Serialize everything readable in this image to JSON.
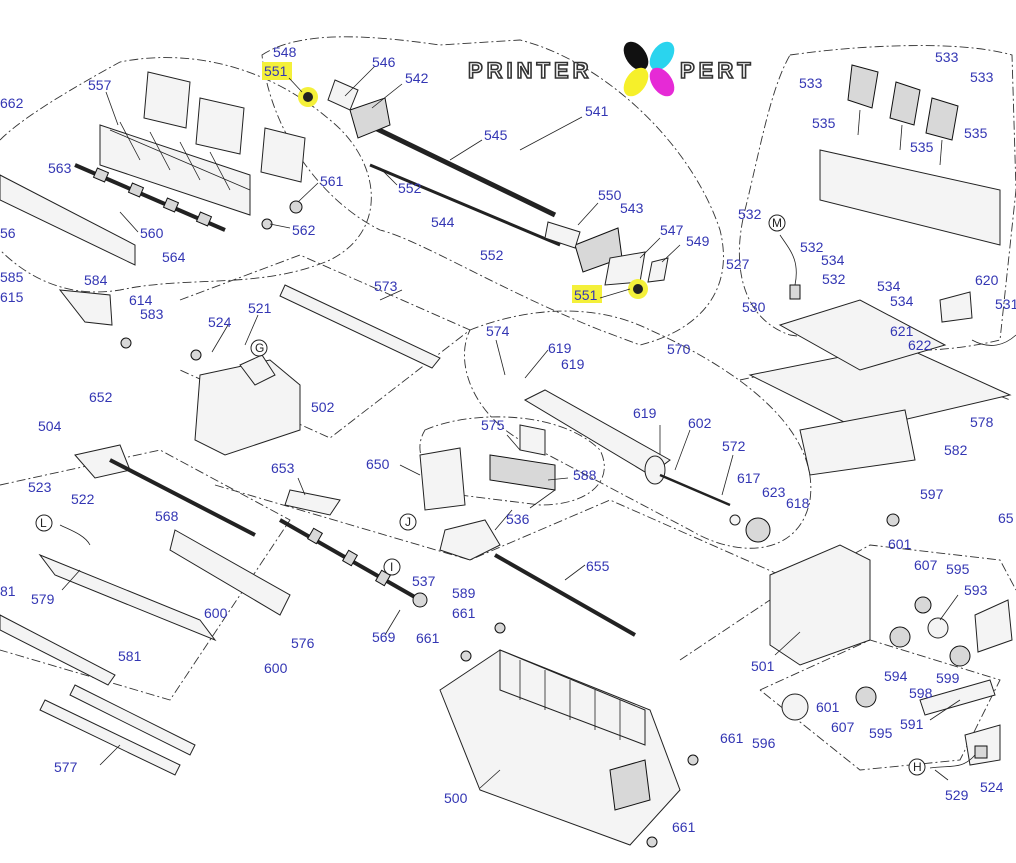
{
  "logo": {
    "left_text": "PRINTER",
    "right_text": "PERT",
    "colors": {
      "cyan": "#2ad4ee",
      "magenta": "#e62ad6",
      "yellow": "#f6f02a",
      "black": "#111111"
    }
  },
  "highlight_color": "#f4f03a",
  "label_color": "#3336b3",
  "callouts": [
    {
      "id": "c1",
      "text": "662"
    },
    {
      "id": "c2",
      "text": "557"
    },
    {
      "id": "c3",
      "text": "548"
    },
    {
      "id": "c4",
      "text": "551"
    },
    {
      "id": "c5",
      "text": "546"
    },
    {
      "id": "c6",
      "text": "542"
    },
    {
      "id": "c7",
      "text": "541"
    },
    {
      "id": "c8",
      "text": "545"
    },
    {
      "id": "c9",
      "text": "552"
    },
    {
      "id": "c10",
      "text": "533"
    },
    {
      "id": "c11",
      "text": "533"
    },
    {
      "id": "c12",
      "text": "533"
    },
    {
      "id": "c13",
      "text": "535"
    },
    {
      "id": "c14",
      "text": "535"
    },
    {
      "id": "c15",
      "text": "535"
    },
    {
      "id": "c16",
      "text": "563"
    },
    {
      "id": "c17",
      "text": "561"
    },
    {
      "id": "c18",
      "text": "562"
    },
    {
      "id": "c19",
      "text": "560"
    },
    {
      "id": "c20",
      "text": "564"
    },
    {
      "id": "c21",
      "text": "56"
    },
    {
      "id": "c22",
      "text": "550"
    },
    {
      "id": "c23",
      "text": "543"
    },
    {
      "id": "c24",
      "text": "544"
    },
    {
      "id": "c25",
      "text": "552"
    },
    {
      "id": "c26",
      "text": "547"
    },
    {
      "id": "c27",
      "text": "549"
    },
    {
      "id": "c28",
      "text": "551"
    },
    {
      "id": "c29",
      "text": "532"
    },
    {
      "id": "c30",
      "text": "532"
    },
    {
      "id": "c31",
      "text": "532"
    },
    {
      "id": "c32",
      "text": "534"
    },
    {
      "id": "c33",
      "text": "534"
    },
    {
      "id": "c34",
      "text": "534"
    },
    {
      "id": "c35",
      "text": "527"
    },
    {
      "id": "c36",
      "text": "530"
    },
    {
      "id": "c37",
      "text": "621"
    },
    {
      "id": "c38",
      "text": "622"
    },
    {
      "id": "c39",
      "text": "620"
    },
    {
      "id": "c40",
      "text": "531"
    },
    {
      "id": "c41",
      "text": "585"
    },
    {
      "id": "c42",
      "text": "584"
    },
    {
      "id": "c43",
      "text": "615"
    },
    {
      "id": "c44",
      "text": "614"
    },
    {
      "id": "c45",
      "text": "583"
    },
    {
      "id": "c46",
      "text": "573"
    },
    {
      "id": "c47",
      "text": "524"
    },
    {
      "id": "c48",
      "text": "521"
    },
    {
      "id": "c49",
      "text": "574"
    },
    {
      "id": "c50",
      "text": "619"
    },
    {
      "id": "c51",
      "text": "619"
    },
    {
      "id": "c52",
      "text": "570"
    },
    {
      "id": "c53",
      "text": "652"
    },
    {
      "id": "c54",
      "text": "502"
    },
    {
      "id": "c55",
      "text": "619"
    },
    {
      "id": "c56",
      "text": "602"
    },
    {
      "id": "c57",
      "text": "578"
    },
    {
      "id": "c58",
      "text": "504"
    },
    {
      "id": "c59",
      "text": "575"
    },
    {
      "id": "c60",
      "text": "572"
    },
    {
      "id": "c61",
      "text": "582"
    },
    {
      "id": "c62",
      "text": "650"
    },
    {
      "id": "c63",
      "text": "653"
    },
    {
      "id": "c64",
      "text": "588"
    },
    {
      "id": "c65",
      "text": "617"
    },
    {
      "id": "c66",
      "text": "623"
    },
    {
      "id": "c67",
      "text": "618"
    },
    {
      "id": "c68",
      "text": "597"
    },
    {
      "id": "c69",
      "text": "65"
    },
    {
      "id": "c70",
      "text": "523"
    },
    {
      "id": "c71",
      "text": "522"
    },
    {
      "id": "c72",
      "text": "568"
    },
    {
      "id": "c73",
      "text": "536"
    },
    {
      "id": "c74",
      "text": "601"
    },
    {
      "id": "c75",
      "text": "607"
    },
    {
      "id": "c76",
      "text": "595"
    },
    {
      "id": "c77",
      "text": "537"
    },
    {
      "id": "c78",
      "text": "655"
    },
    {
      "id": "c79",
      "text": "593"
    },
    {
      "id": "c80",
      "text": "81"
    },
    {
      "id": "c81",
      "text": "579"
    },
    {
      "id": "c82",
      "text": "600"
    },
    {
      "id": "c83",
      "text": "589"
    },
    {
      "id": "c84",
      "text": "661"
    },
    {
      "id": "c85",
      "text": "576"
    },
    {
      "id": "c86",
      "text": "569"
    },
    {
      "id": "c87",
      "text": "581"
    },
    {
      "id": "c88",
      "text": "600"
    },
    {
      "id": "c89",
      "text": "661"
    },
    {
      "id": "c90",
      "text": "501"
    },
    {
      "id": "c91",
      "text": "594"
    },
    {
      "id": "c92",
      "text": "599"
    },
    {
      "id": "c93",
      "text": "598"
    },
    {
      "id": "c94",
      "text": "601"
    },
    {
      "id": "c95",
      "text": "607"
    },
    {
      "id": "c96",
      "text": "595"
    },
    {
      "id": "c97",
      "text": "591"
    },
    {
      "id": "c98",
      "text": "596"
    },
    {
      "id": "c99",
      "text": "661"
    },
    {
      "id": "c100",
      "text": "577"
    },
    {
      "id": "c101",
      "text": "500"
    },
    {
      "id": "c102",
      "text": "529"
    },
    {
      "id": "c103",
      "text": "524"
    },
    {
      "id": "c104",
      "text": "661"
    }
  ],
  "connector_letters": [
    {
      "id": "g",
      "text": "G"
    },
    {
      "id": "m",
      "text": "M"
    },
    {
      "id": "j",
      "text": "J"
    },
    {
      "id": "i",
      "text": "I"
    },
    {
      "id": "l",
      "text": "L"
    },
    {
      "id": "h",
      "text": "H"
    }
  ]
}
